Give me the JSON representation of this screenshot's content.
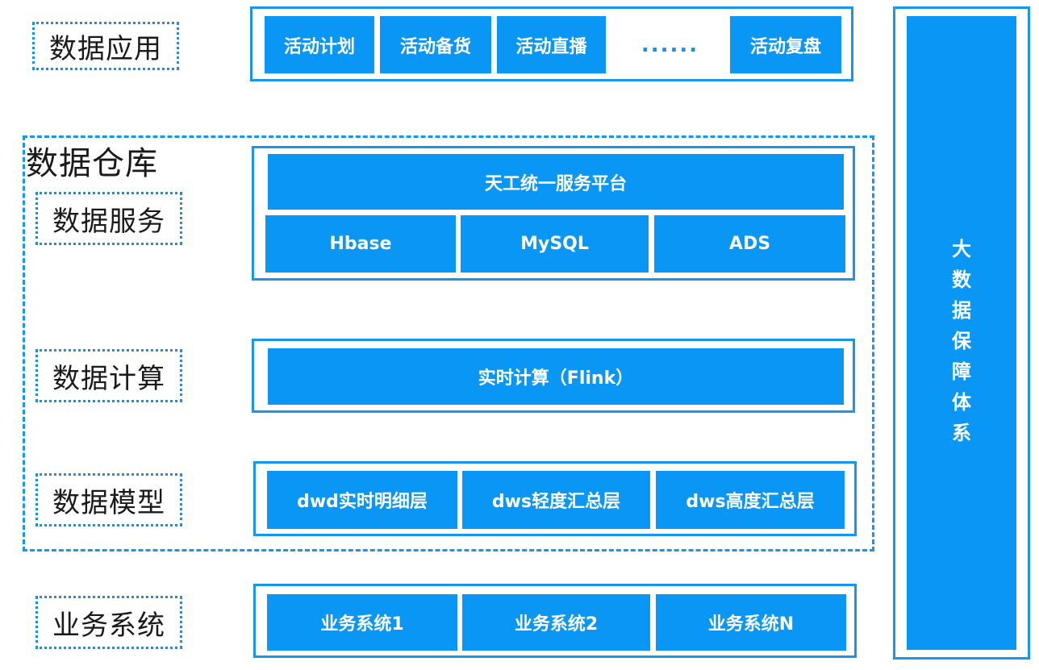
{
  "layers": {
    "app": {
      "label": "数据应用",
      "items": [
        "活动计划",
        "活动备货",
        "活动直播",
        "......",
        "活动复盘"
      ]
    },
    "warehouse": {
      "title": "数据仓库"
    },
    "service": {
      "label": "数据服务",
      "platform": "天工统一服务平台",
      "stores": [
        "Hbase",
        "MySQL",
        "ADS"
      ]
    },
    "compute": {
      "label": "数据计算",
      "engine": "实时计算（Flink）"
    },
    "model": {
      "label": "数据模型",
      "items": [
        "dwd实时明细层",
        "dws轻度汇总层",
        "dws高度汇总层"
      ]
    },
    "business": {
      "label": "业务系统",
      "items": [
        "业务系统1",
        "业务系统2",
        "业务系统N"
      ]
    }
  },
  "guarantee": {
    "chars": [
      "大",
      "数",
      "据",
      "保",
      "障",
      "体",
      "系"
    ]
  },
  "colors": {
    "accent": "#0a96f5",
    "border": "#1796ee",
    "text": "#1a1a1a"
  }
}
